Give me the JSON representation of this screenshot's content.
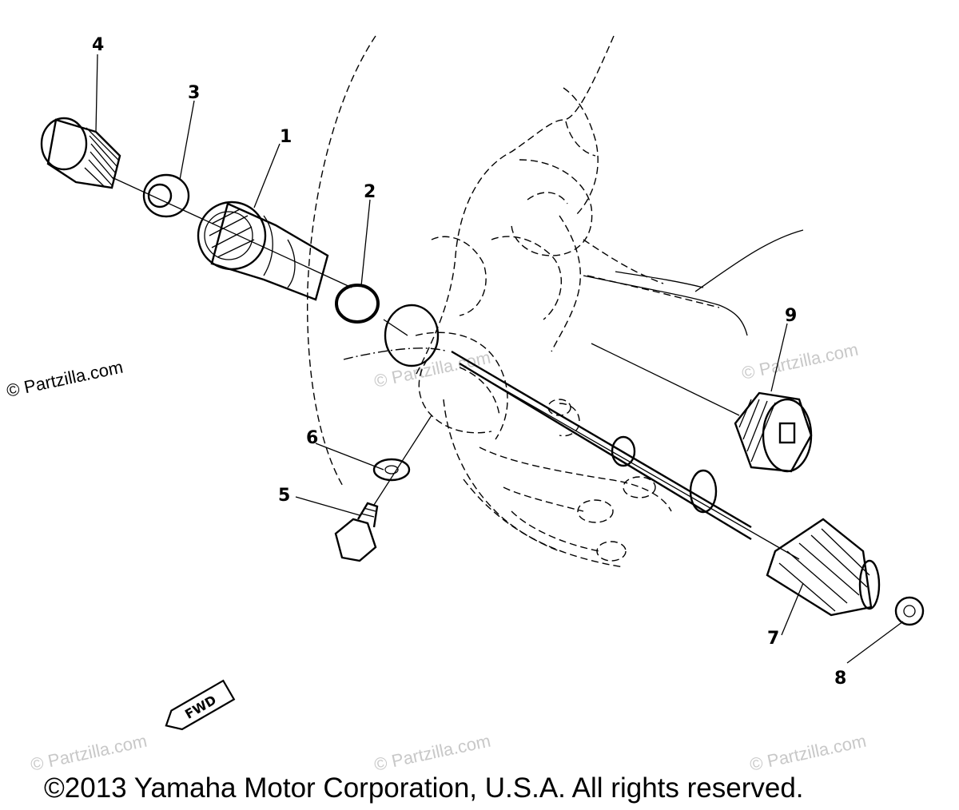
{
  "diagram": {
    "callouts": [
      "1",
      "2",
      "3",
      "4",
      "5",
      "6",
      "7",
      "8",
      "9"
    ],
    "fwd_label": "FWD",
    "watermark": "© Partzilla.com",
    "copyright": "©2013 Yamaha Motor Corporation, U.S.A. All rights reserved."
  }
}
